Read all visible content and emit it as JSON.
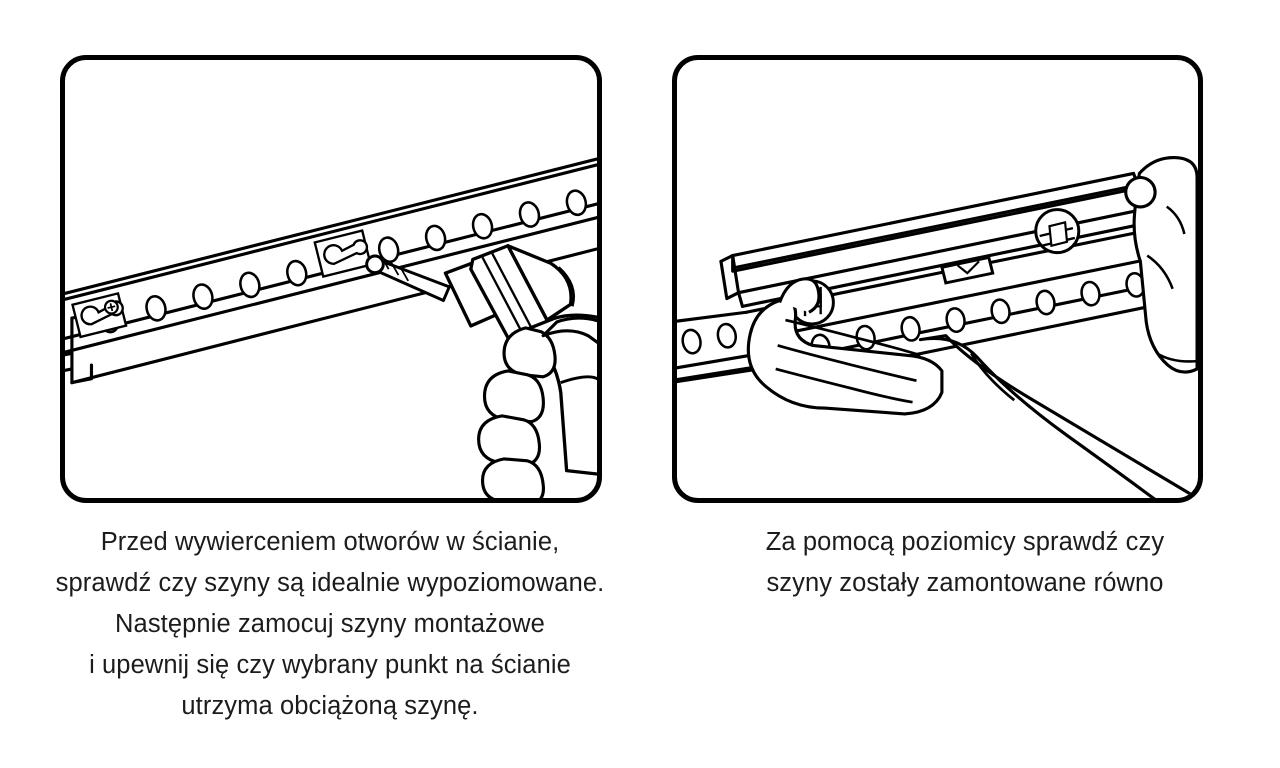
{
  "document": {
    "type": "assembly-instruction-sheet",
    "language": "pl",
    "background_color": "#ffffff",
    "line_color": "#000000",
    "text_color": "#1c1c1c"
  },
  "steps": [
    {
      "id": "step-drill",
      "illustration": {
        "name": "drilling-holes-into-mounting-rail",
        "style": "black-and-white-line-art",
        "objects": [
          "mounting-rail-with-oval-holes",
          "keyhole-slot-detail-left",
          "keyhole-slot-detail-center",
          "cordless-power-drill",
          "drill-bit",
          "hand-gripping-drill"
        ]
      },
      "caption_lines": [
        "Przed wywierceniem otworów w ścianie,",
        "sprawdź czy szyny są idealnie wypoziomowane.",
        "Następnie zamocuj szyny montażowe",
        "i upewnij się czy wybrany punkt na ścianie",
        "utrzyma obciążoną szynę."
      ]
    },
    {
      "id": "step-level",
      "illustration": {
        "name": "checking-rail-with-spirit-level",
        "style": "black-and-white-line-art",
        "objects": [
          "spirit-level",
          "vertical-bubble-vial",
          "center-bubble-vial",
          "horizontal-bubble-vial",
          "mounting-rail-with-oval-holes",
          "left-hand-holding-rail",
          "right-hand-holding-level",
          "forearm-with-sleeve"
        ]
      },
      "caption_lines": [
        "Za pomocą poziomicy sprawdź czy",
        "szyny zostały zamontowane równo"
      ]
    }
  ]
}
